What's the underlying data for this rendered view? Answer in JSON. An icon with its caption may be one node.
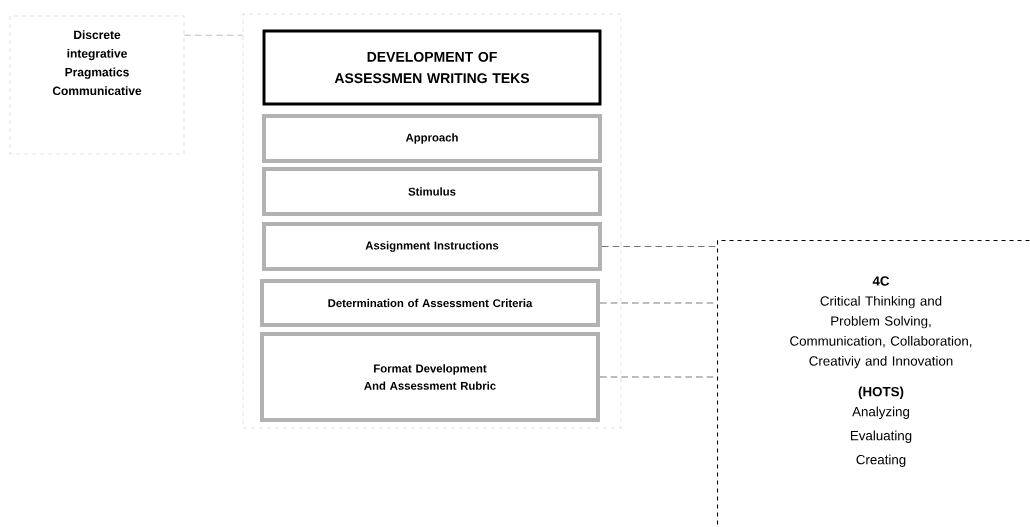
{
  "diagram": {
    "nodes": [
      {
        "text": [
          "Discrete integrative Pragmatics Communicative"
        ]
      },
      {
        "text": [],
        "shape": "box"
      },
      {
        "text": [
          "DEVELOPMENT OF ASSESSMEN WRITING TEKS"
        ],
        "in": 1
      },
      {
        "text": [
          "Approach"
        ],
        "in": 1
      },
      {
        "text": [
          "Stimulus"
        ],
        "in": 1
      },
      {
        "text": [
          "Assignment Instructions"
        ],
        "in": 1
      },
      {
        "text": [
          "Determination of Assessment Criteria"
        ],
        "in": 1
      },
      {
        "text": [
          "Format Development And Assessment Rubric"
        ],
        "in": 1
      },
      {
        "text": [
          "4C",
          "Critical Thinking and  Problem Solving, Communication, Collaboration, Creativiy and Innovation",
          "(HOTS)",
          "Analyzing",
          "Evaluating",
          "Creating"
        ]
      }
    ],
    "edges": [
      {
        "from": 0,
        "to": 1,
        "arrow": "none",
        "style": "dashed",
        "color": "#bfbfbf"
      },
      {
        "from": 5,
        "to": 8,
        "arrow": "none",
        "style": "dashed"
      },
      {
        "from": 6,
        "to": 8,
        "arrow": "none",
        "style": "dashed"
      },
      {
        "from": 7,
        "to": 8,
        "arrow": "none",
        "style": "dashed"
      }
    ]
  }
}
